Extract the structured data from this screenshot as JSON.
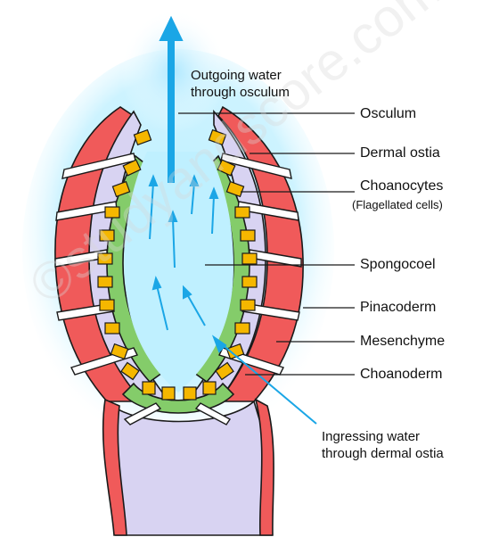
{
  "labels": {
    "outgoing_line1": "Outgoing water",
    "outgoing_line2": "through osculum",
    "osculum": "Osculum",
    "dermal_ostia": "Dermal ostia",
    "choanocytes": "Choanocytes",
    "flagellated": "(Flagellated cells)",
    "spongocoel": "Spongocoel",
    "pinacoderm": "Pinacoderm",
    "mesenchyme": "Mesenchyme",
    "choanoderm": "Choanoderm",
    "ingressing_line1": "Ingressing water",
    "ingressing_line2": "through dermal ostia"
  },
  "watermark": "©studyandscore.com",
  "colors": {
    "pinacoderm": "#f05a5a",
    "mesenchyme": "#d8d3f2",
    "choanoderm": "#84cc6a",
    "choanocyte": "#f5b700",
    "arrow": "#1aa6e6",
    "glow": "#bfeeff"
  }
}
